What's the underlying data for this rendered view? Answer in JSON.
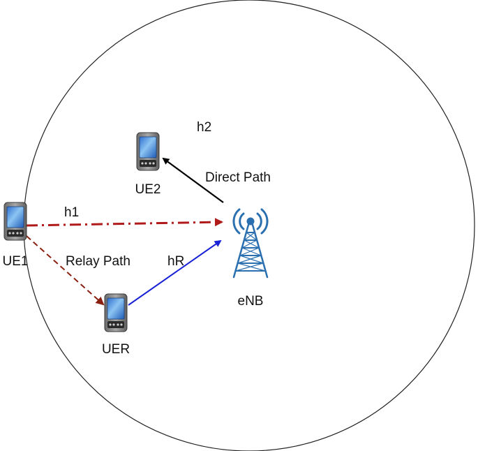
{
  "nodes": {
    "ue1": {
      "label": "UE1",
      "icon": "mobile-phone-icon"
    },
    "ue2": {
      "label": "UE2",
      "icon": "mobile-phone-icon"
    },
    "uer": {
      "label": "UER",
      "icon": "mobile-phone-icon"
    },
    "enb": {
      "label": "eNB",
      "icon": "cell-tower-icon"
    }
  },
  "links": {
    "h1": {
      "label": "h1",
      "style": "dash-dot",
      "color": "#b01a1a"
    },
    "h2": {
      "label": "h2"
    },
    "hR": {
      "label": "hR",
      "color": "#1a22d6"
    },
    "relay_path": {
      "label": "Relay Path",
      "style": "dashed",
      "color": "#8a2010"
    },
    "direct_path": {
      "label": "Direct Path",
      "color": "#000000"
    }
  },
  "colors": {
    "phone_screen": "#4a8fd6",
    "tower": "#2a6fb0"
  }
}
